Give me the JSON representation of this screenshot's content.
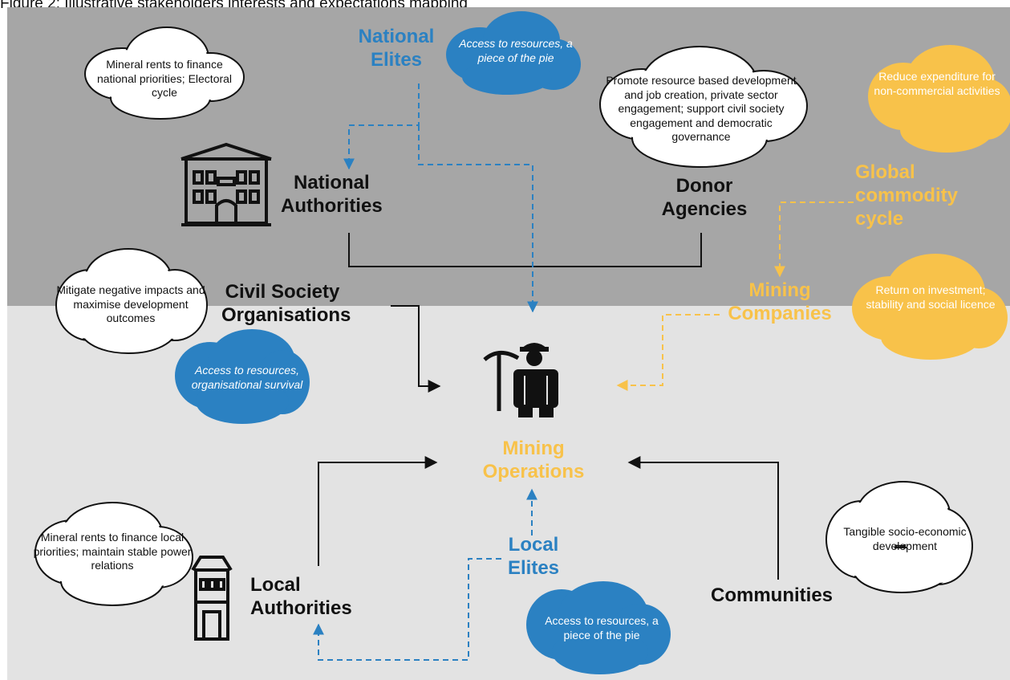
{
  "caption": "Figure 2: Illustrative stakeholders interests and expectations mapping",
  "actors": {
    "national_elites": "National\nElites",
    "national_authorities": "National\nAuthorities",
    "donor_agencies": "Donor\nAgencies",
    "global_commodity_cycle": "Global\ncommodity\ncycle",
    "mining_companies": "Mining\nCompanies",
    "civil_society": "Civil Society\nOrganisations",
    "mining_operations": "Mining\nOperations",
    "local_elites": "Local\nElites",
    "local_authorities": "Local\nAuthorities",
    "communities": "Communities"
  },
  "interests": {
    "national_authorities": "Mineral rents to finance national priorities; Electoral cycle",
    "national_elites": "Access to resources, a piece of the pie",
    "donor_agencies": "Promote resource based development and job creation, private sector engagement; support civil society engagement and democratic governance",
    "commodity_cycle": "Reduce expenditure for non-commercial activities",
    "mining_companies": "Return on investment; stability and social licence",
    "civil_society": "Mitigate negative impacts and maximise development outcomes",
    "civil_society_survival": "Access to resources, organisational survival",
    "local_authorities": "Mineral rents to finance local priorities; maintain stable power relations",
    "local_elites": "Access to resources, a piece of the pie",
    "communities": "Tangible socio-economic development"
  },
  "colors": {
    "top_band": "#a6a6a6",
    "bottom_band": "#e3e3e3",
    "blue": "#2b81c2",
    "gold": "#f8c24a",
    "black": "#111111"
  },
  "icons": [
    "national-authorities-building-icon",
    "miner-icon",
    "local-authorities-building-icon"
  ]
}
